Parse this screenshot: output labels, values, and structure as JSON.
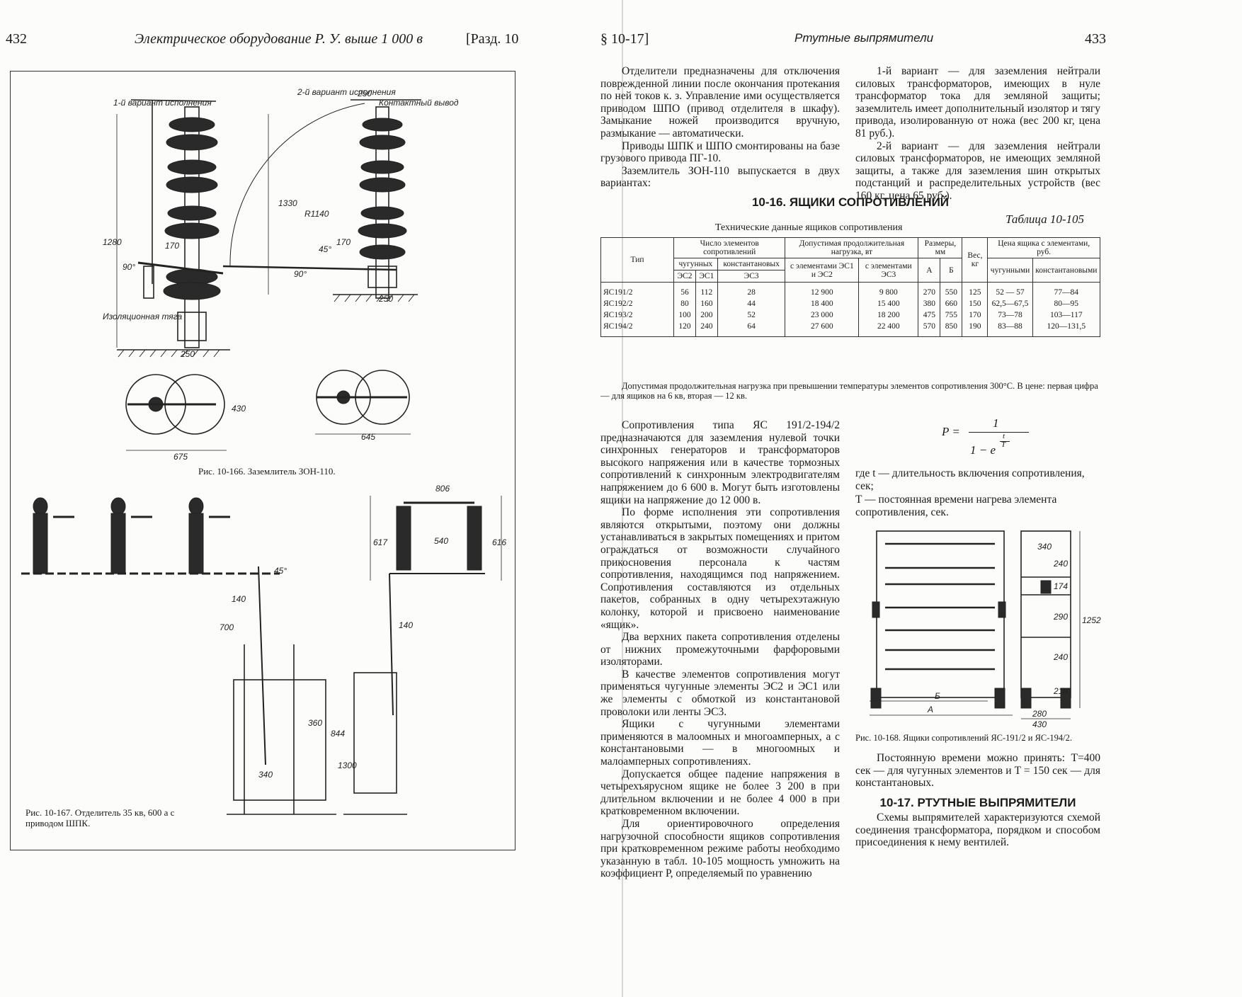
{
  "left_page": {
    "page_number": "432",
    "running_title": "Электрическое оборудование Р. У. выше 1 000 в",
    "section_ref": "[Разд. 10",
    "fig166": {
      "variant1_label": "1-й вариант исполнения",
      "variant2_label": "2-й вариант исполнения",
      "contact_label": "Контактный вывод",
      "insulating_rod_label": "Изоляционная тяга",
      "caption": "Рис. 10-166. Заземлитель ЗОН-110.",
      "dims": [
        "250",
        "250",
        "250",
        "250",
        "1280",
        "1330",
        "R1140",
        "170",
        "170",
        "45°",
        "90°",
        "90°",
        "430",
        "675",
        "645"
      ]
    },
    "fig167": {
      "caption": "Рис. 10-167. Отделитель 35 кв, 600 а с приводом ШПК.",
      "dims": [
        "806",
        "540",
        "617",
        "616",
        "45°",
        "140",
        "700",
        "140",
        "360",
        "844",
        "340",
        "1300"
      ]
    }
  },
  "right_page": {
    "section_ref": "§ 10-17]",
    "running_title": "Ртутные выпрямители",
    "page_number": "433",
    "top_left_col": [
      "Отделители предназначены для отключения поврежденной линии после окончания протекания по ней токов к. з. Управление ими осуществляется приводом ШПО (привод отделителя в шкафу). Замыкание ножей производится вручную, размыкание — автоматически.",
      "Приводы ШПК и ШПО смонтированы на базе грузового привода ПГ-10.",
      "Заземлитель ЗОН-110 выпускается в двух вариантах:"
    ],
    "top_right_col": [
      "1-й вариант — для заземления нейтрали силовых трансформаторов, имеющих в нуле трансформатор тока для земляной защиты; заземлитель имеет дополнительный изолятор и тягу привода, изолированную от ножа (вес 200 кг, цена 81 руб.).",
      "2-й вариант — для заземления нейтрали силовых трансформаторов, не имеющих земляной защиты, а также для заземления шин открытых подстанций и распределительных устройств (вес 160 кг, цена 65 руб.)."
    ],
    "section_10_16": "10-16. ЯЩИКИ СОПРОТИВЛЕНИЙ",
    "table_label": "Таблица 10-105",
    "table_title": "Технические данные ящиков сопротивления",
    "table": {
      "h_type": "Тип",
      "h_count": "Число элементов сопротивлений",
      "h_iron": "чугунных",
      "h_const": "константановых",
      "h_es2": "ЭС2",
      "h_es1": "ЭС1",
      "h_es3": "ЭС3",
      "h_load": "Допустимая продолжительная нагрузка, вт",
      "h_load1": "с элементами ЭС1 и ЭС2",
      "h_load2": "с элементами ЭС3",
      "h_size": "Размеры, мм",
      "h_a": "А",
      "h_b": "Б",
      "h_weight": "Вес, кг",
      "h_price": "Цена ящика с элементами, руб.",
      "h_price1": "чугунными",
      "h_price2": "константановыми",
      "rows": [
        [
          "ЯС191/2",
          "56",
          "112",
          "28",
          "12 900",
          "9 800",
          "270",
          "550",
          "125",
          "52 — 57",
          "77—84"
        ],
        [
          "ЯС192/2",
          "80",
          "160",
          "44",
          "18 400",
          "15 400",
          "380",
          "660",
          "150",
          "62,5—67,5",
          "80—95"
        ],
        [
          "ЯС193/2",
          "100",
          "200",
          "52",
          "23 000",
          "18 200",
          "475",
          "755",
          "170",
          "73—78",
          "103—117"
        ],
        [
          "ЯС194/2",
          "120",
          "240",
          "64",
          "27 600",
          "22 400",
          "570",
          "850",
          "190",
          "83—88",
          "120—131,5"
        ]
      ],
      "note": "Допустимая продолжительная нагрузка при превышении температуры элементов сопротивления 300°С. В цене: первая цифра — для ящиков на 6 кв, вторая — 12 кв."
    },
    "mid_left_col": [
      "Сопротивления типа ЯС 191/2-194/2 предназначаются для заземления нулевой точки синхронных генераторов и трансформаторов высокого напряжения или в качестве тормозных сопротивлений к синхронным электродвигателям напряжением до 6 600 в. Могут быть изготовлены ящики на напряжение до 12 000 в.",
      "По форме исполнения эти сопротивления являются открытыми, поэтому они должны устанавливаться в закрытых помещениях и притом ограждаться от возможности случайного прикосновения персонала к частям сопротивления, находящимся под напряжением. Сопротивления составляются из отдельных пакетов, собранных в одну четырехэтажную колонку, которой и присвоено наименование «ящик».",
      "Два верхних пакета сопротивления отделены от нижних промежуточными фарфоровыми изоляторами.",
      "В качестве элементов сопротивления могут применяться чугунные элементы ЭС2 и ЭС1 или же элементы с обмоткой из константановой проволоки или ленты ЭС3.",
      "Ящики с чугунными элементами применяются в малоомных и многоамперных, а с константановыми — в многоомных и малоамперных сопротивлениях.",
      "Допускается общее падение напряжения в четырехъярусном ящике не более 3 200 в при длительном включении и не более 4 000 в при кратковременном включении.",
      "Для ориентировочного определения нагрузочной способности ящиков сопротивления при кратковременном режиме работы необходимо указанную в табл. 10-105 мощность умножить на коэффициент Р, определяемый по уравнению"
    ],
    "formula": {
      "lhs": "P =",
      "num": "1",
      "den": "1 − e",
      "exp_num": "t",
      "exp_den": "T"
    },
    "where_t": "где t — длительность включения сопротивления, сек;",
    "where_T": "T — постоянная времени нагрева элемента сопротивления, сек.",
    "fig168": {
      "caption": "Рис. 10-168. Ящики сопротивлений ЯС-191/2 и ЯС-194/2.",
      "dims": [
        "340",
        "240",
        "174",
        "290",
        "240",
        "218",
        "1252",
        "Б",
        "А",
        "280",
        "430"
      ]
    },
    "constant_text": "Постоянную времени можно принять: T=400 сек — для чугунных элементов и T = 150 сек — для константановых.",
    "section_10_17": "10-17. РТУТНЫЕ ВЫПРЯМИТЕЛИ",
    "last_para": "Схемы выпрямителей характеризуются схемой соединения трансформатора, порядком и способом присоединения к нему вентилей."
  }
}
